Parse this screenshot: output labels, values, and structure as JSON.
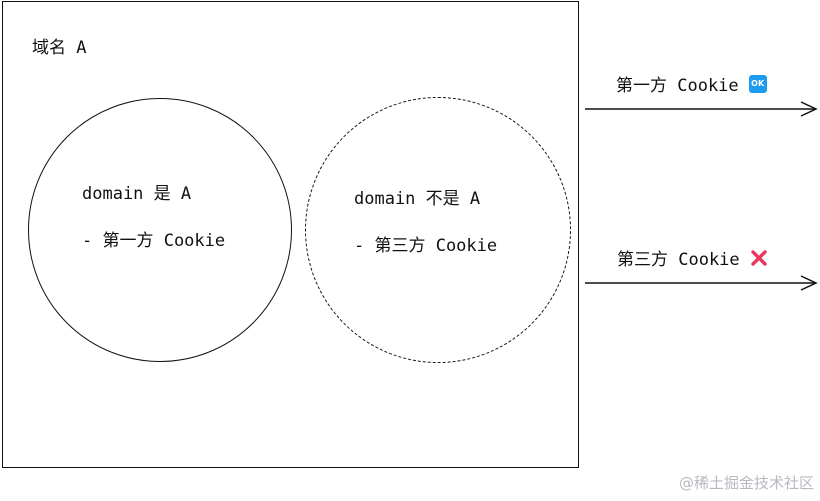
{
  "domain_box": {
    "label": "域名 A"
  },
  "first_party_circle": {
    "line1": "domain 是 A",
    "line2": "- 第一方 Cookie"
  },
  "third_party_circle": {
    "line1": "domain 不是 A",
    "line2": "- 第三方 Cookie"
  },
  "arrows": {
    "first_label": "第一方 Cookie",
    "first_status": "OK",
    "first_status_icon": "ok-badge-icon",
    "third_label": "第三方 Cookie",
    "third_status_icon": "red-cross-icon"
  },
  "colors": {
    "ok_badge": "#1d9bf0",
    "cross": "#e8365d"
  },
  "watermark": "@稀土掘金技术社区"
}
